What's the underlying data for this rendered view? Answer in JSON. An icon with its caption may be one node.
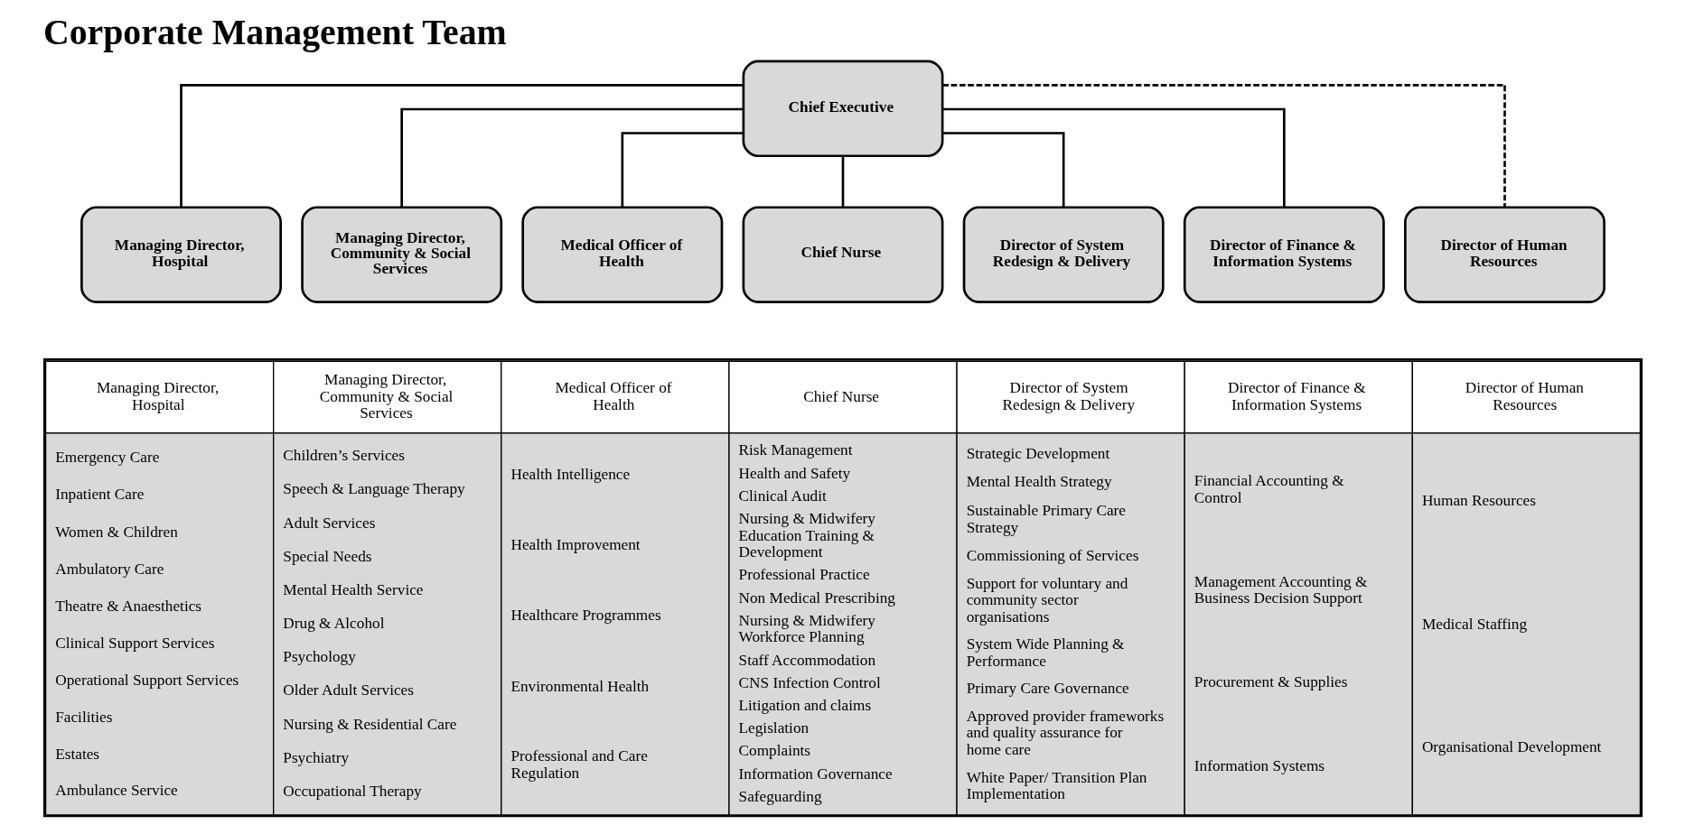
{
  "diagram": {
    "title": "Corporate Management Team",
    "nodes": [
      {
        "text": [
          "Chief Executive"
        ]
      },
      {
        "text": [
          "Managing Director, Hospital"
        ]
      },
      {
        "text": [
          "Managing Director, Community & Social Services"
        ]
      },
      {
        "text": [
          "Medical Officer of Health"
        ]
      },
      {
        "text": [
          "Chief Nurse"
        ]
      },
      {
        "text": [
          "Director of System Redesign & Delivery"
        ]
      },
      {
        "text": [
          "Director of Finance & Information Systems"
        ]
      },
      {
        "text": [
          "Director of Human Resources"
        ]
      }
    ],
    "edges": [
      {
        "from": 0,
        "to": 1,
        "arrow": "none"
      },
      {
        "from": 0,
        "to": 2,
        "arrow": "none"
      },
      {
        "from": 0,
        "to": 3,
        "arrow": "none"
      },
      {
        "from": 0,
        "to": 4,
        "arrow": "none"
      },
      {
        "from": 0,
        "to": 5,
        "arrow": "none"
      },
      {
        "from": 0,
        "to": 6,
        "arrow": "none"
      },
      {
        "from": 0,
        "to": 7,
        "arrow": "none",
        "style": "dashed"
      }
    ],
    "labels": [
      "Managing Director, Hospital",
      "Managing Director, Community & Social Services",
      "Medical Officer of Health",
      "Chief Nurse",
      "Director of System Redesign & Delivery",
      "Director of Finance & Information Systems",
      "Director of Human Resources",
      "Emergency Care",
      "Inpatient Care",
      "Women & Children",
      "Ambulatory Care",
      "Theatre & Anaesthetics",
      "Clinical Support Services",
      "Operational Support Services",
      "Facilities",
      "Estates",
      "Ambulance Service",
      "Children’s Services",
      "Speech & Language Therapy",
      "Adult Services",
      "Special Needs",
      "Mental Health Service",
      "Drug & Alcohol",
      "Psychology",
      "Older Adult Services",
      "Nursing & Residential Care",
      "Psychiatry",
      "Occupational Therapy",
      "Health Intelligence",
      "Health Improvement",
      "Healthcare Programmes",
      "Environmental Health",
      "Professional and Care Regulation",
      "Risk Management",
      "Health and Safety",
      "Clinical Audit",
      "Nursing & Midwifery Education Training & Development",
      "Professional Practice",
      "Non Medical Prescribing",
      "Nursing & Midwifery Workforce Planning",
      "Staff Accommodation",
      "CNS Infection Control",
      "Litigation and claims",
      "Legislation",
      "Complaints",
      "Information Governance",
      "Safeguarding",
      "Strategic Development",
      "Mental Health Strategy",
      "Sustainable Primary Care Strategy",
      "Commissioning of Services",
      "Support for voluntary and community sector organisations",
      "System Wide Planning & Performance",
      "Primary Care Governance",
      "Approved provider frameworks and quality assurance for home care",
      "White Paper/ Transition Plan Implementation",
      "Financial Accounting & Control",
      "Management Accounting & Business Decision Support",
      "Procurement & Supplies",
      "Information Systems",
      "Human Resources",
      "Medical Staffing",
      "Organisational Development"
    ]
  }
}
